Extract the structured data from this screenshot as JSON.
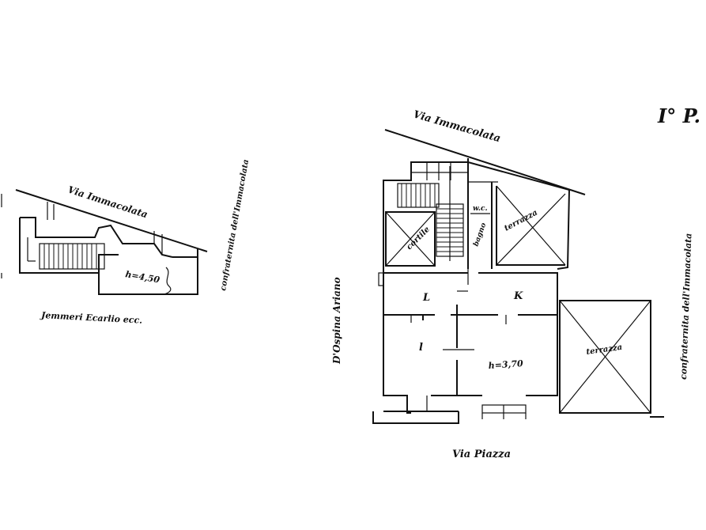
{
  "floor_label": "I° P.",
  "left_plan": {
    "street_top": "Via Immacolata",
    "neighbor_bottom": "Jemmeri Ecarlio ecc.",
    "neighbor_right": "confraternita dell'Immacolata",
    "room_height": "h=4,50"
  },
  "main_plan": {
    "street_top": "Via Immacolata",
    "street_left": "D'Ospina Ariano",
    "street_bottom": "Via Piazza",
    "neighbor_right": "confraternita dell'Immacolata",
    "rooms": {
      "cortile": "cortile",
      "wc": "w.c.",
      "bagno": "bagno",
      "terrazza_top": "terrazza",
      "terrazza_right": "terrazza",
      "letto_left": "L",
      "kitchen": "K",
      "bedroom_mark": "l",
      "main_height": "h=3,70"
    }
  }
}
